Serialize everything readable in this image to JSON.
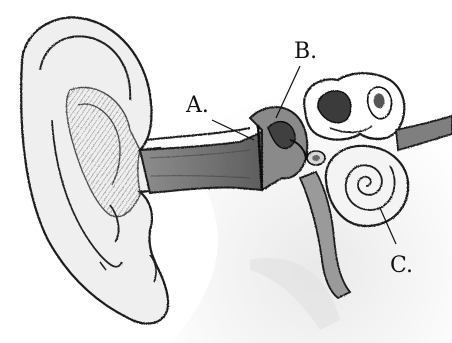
{
  "diagram": {
    "labels": [
      {
        "id": "A",
        "text": "A."
      },
      {
        "id": "B",
        "text": "B."
      },
      {
        "id": "C",
        "text": "C."
      }
    ]
  },
  "colors": {
    "ink": "#1a1a1a",
    "shade_dark": "#6b6b6b",
    "shade_mid": "#a9a9a9",
    "shade_light": "#d6d6d6",
    "paper": "#ffffff"
  }
}
